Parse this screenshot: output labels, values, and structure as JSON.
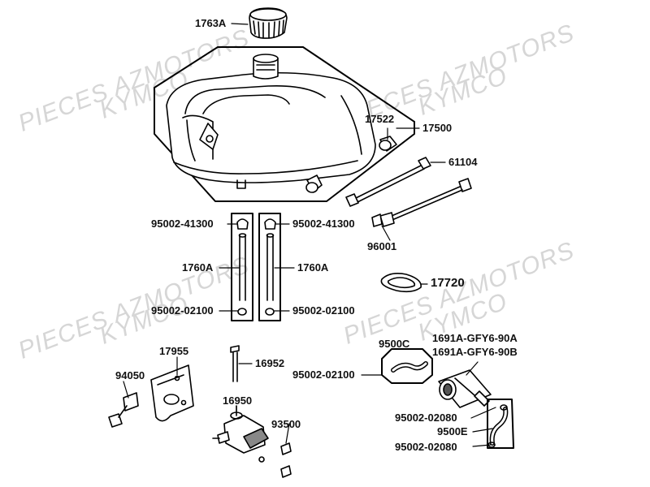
{
  "watermark": {
    "line1": "PIECES AZMOTORS",
    "line2": "KYMCO"
  },
  "parts": {
    "cap": "1763A",
    "tank_assy": "17500",
    "grommet": "17522",
    "bolt_top": "61104",
    "bolt_bottom": "96001",
    "clamp_top_left": "95002-41300",
    "clamp_top_right": "95002-41300",
    "tube_left": "1760A",
    "tube_right": "1760A",
    "clip_bottom_left": "95002-02100",
    "clip_bottom_right": "95002-02100",
    "gasket": "17720",
    "bracket": "17955",
    "nut": "94050",
    "pin": "16952",
    "fuel_cock": "16950",
    "screw": "93500",
    "hose_c": "9500C",
    "filter_a": "1691A-GFY6-90A",
    "filter_b": "1691A-GFY6-90B",
    "clip_hose_c": "95002-02100",
    "clip_e_top": "95002-02080",
    "hose_e": "9500E",
    "clip_e_bottom": "95002-02080"
  }
}
